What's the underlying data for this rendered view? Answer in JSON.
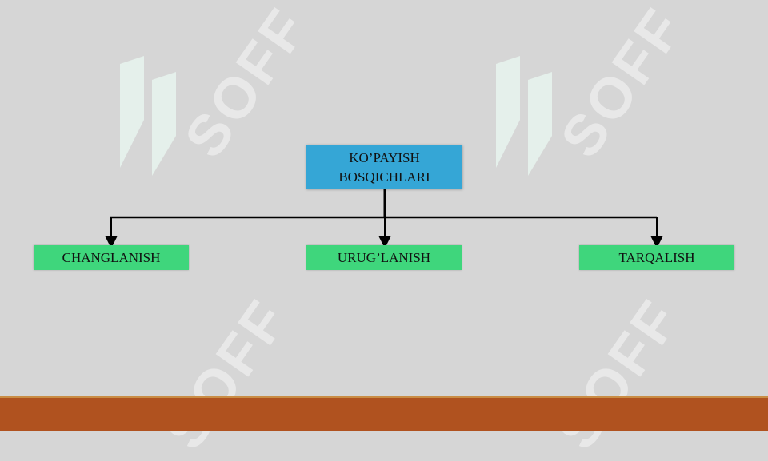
{
  "diagram": {
    "root": {
      "line1": "KO’PAYISH",
      "line2": "BOSQICHLARI"
    },
    "children": [
      {
        "label": "CHANGLANISH"
      },
      {
        "label": "URUG’LANISH"
      },
      {
        "label": "TARQALISH"
      }
    ]
  },
  "watermark": {
    "text": "SOFF"
  },
  "colors": {
    "background": "#d6d6d6",
    "root_fill": "#35a6d6",
    "child_fill": "#3fd67c",
    "connector": "#000000",
    "footer": "#b0521f",
    "watermark_mark": "#bfeedd"
  }
}
